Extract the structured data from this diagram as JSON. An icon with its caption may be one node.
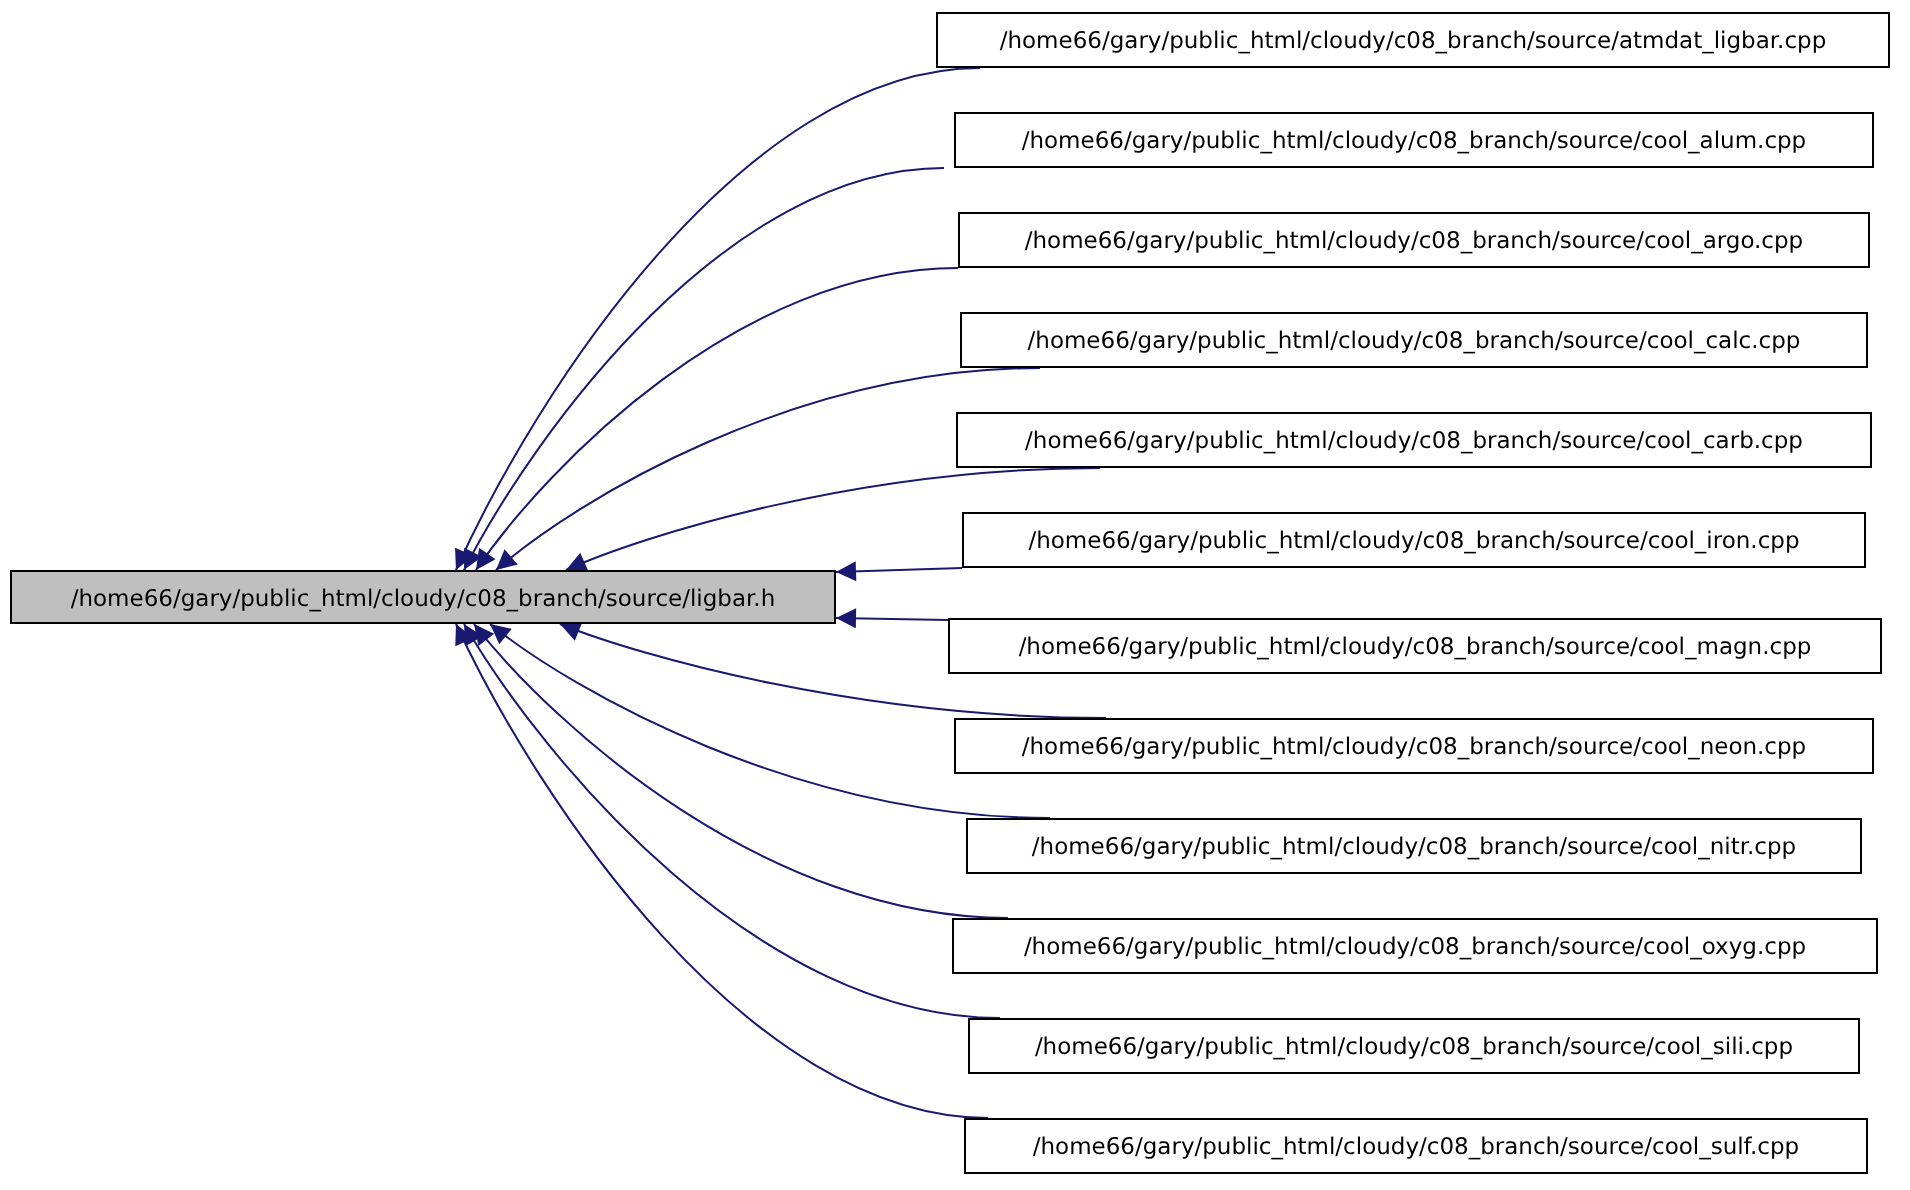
{
  "diagram": {
    "nodes": [
      {
        "text": [
          "/home66/gary/public_html/cloudy/c08_branch/source/ligbar.h"
        ]
      },
      {
        "text": [
          "/home66/gary/public_html/cloudy/c08_branch/source/atmdat_ligbar.cpp"
        ]
      },
      {
        "text": [
          "/home66/gary/public_html/cloudy/c08_branch/source/cool_alum.cpp"
        ]
      },
      {
        "text": [
          "/home66/gary/public_html/cloudy/c08_branch/source/cool_argo.cpp"
        ]
      },
      {
        "text": [
          "/home66/gary/public_html/cloudy/c08_branch/source/cool_calc.cpp"
        ]
      },
      {
        "text": [
          "/home66/gary/public_html/cloudy/c08_branch/source/cool_carb.cpp"
        ]
      },
      {
        "text": [
          "/home66/gary/public_html/cloudy/c08_branch/source/cool_iron.cpp"
        ]
      },
      {
        "text": [
          "/home66/gary/public_html/cloudy/c08_branch/source/cool_magn.cpp"
        ]
      },
      {
        "text": [
          "/home66/gary/public_html/cloudy/c08_branch/source/cool_neon.cpp"
        ]
      },
      {
        "text": [
          "/home66/gary/public_html/cloudy/c08_branch/source/cool_nitr.cpp"
        ]
      },
      {
        "text": [
          "/home66/gary/public_html/cloudy/c08_branch/source/cool_oxyg.cpp"
        ]
      },
      {
        "text": [
          "/home66/gary/public_html/cloudy/c08_branch/source/cool_sili.cpp"
        ]
      },
      {
        "text": [
          "/home66/gary/public_html/cloudy/c08_branch/source/cool_sulf.cpp"
        ]
      }
    ],
    "edges": [
      {
        "from": 1,
        "to": 0,
        "arrow": "to"
      },
      {
        "from": 2,
        "to": 0,
        "arrow": "to"
      },
      {
        "from": 3,
        "to": 0,
        "arrow": "to"
      },
      {
        "from": 4,
        "to": 0,
        "arrow": "to"
      },
      {
        "from": 5,
        "to": 0,
        "arrow": "to"
      },
      {
        "from": 6,
        "to": 0,
        "arrow": "to"
      },
      {
        "from": 7,
        "to": 0,
        "arrow": "to"
      },
      {
        "from": 8,
        "to": 0,
        "arrow": "to"
      },
      {
        "from": 9,
        "to": 0,
        "arrow": "to"
      },
      {
        "from": 10,
        "to": 0,
        "arrow": "to"
      },
      {
        "from": 11,
        "to": 0,
        "arrow": "to"
      },
      {
        "from": 12,
        "to": 0,
        "arrow": "to"
      }
    ]
  }
}
